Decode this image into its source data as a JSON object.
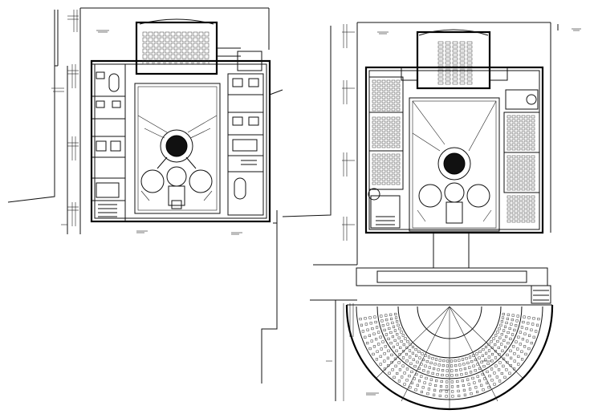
{
  "drawing": {
    "type": "architectural floor plan",
    "plans": [
      "ground-floor-plan",
      "first-floor-plan-with-auditorium"
    ]
  },
  "colors": {
    "line": "#111111",
    "background": "#ffffff"
  }
}
